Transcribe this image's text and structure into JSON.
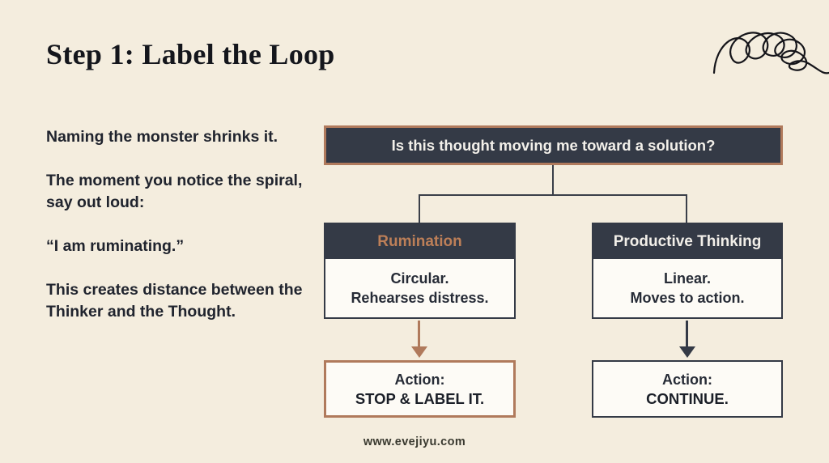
{
  "page": {
    "title": "Step 1: Label the Loop",
    "footer": "www.evejiyu.com"
  },
  "left_text": {
    "para1": "Naming the monster shrinks it.",
    "para2": "The moment you notice the spiral, say out loud:",
    "para3": "“I am ruminating.”",
    "para4": "This creates distance between the Thinker and the Thought."
  },
  "flowchart": {
    "question": "Is this thought moving me toward a solution?",
    "left_branch": {
      "header": "Rumination",
      "body_line1": "Circular.",
      "body_line2": "Rehearses distress.",
      "action_label": "Action:",
      "action_text": "STOP & LABEL IT."
    },
    "right_branch": {
      "header": "Productive Thinking",
      "body_line1": "Linear.",
      "body_line2": "Moves to action.",
      "action_label": "Action:",
      "action_text": "CONTINUE."
    }
  },
  "icons": {
    "scribble": "tangled-scribble-doodle"
  },
  "colors": {
    "background": "#f4edde",
    "dark": "#343a46",
    "copper": "#b07a5c",
    "copper_text": "#bd7f58",
    "text": "#20242e"
  }
}
